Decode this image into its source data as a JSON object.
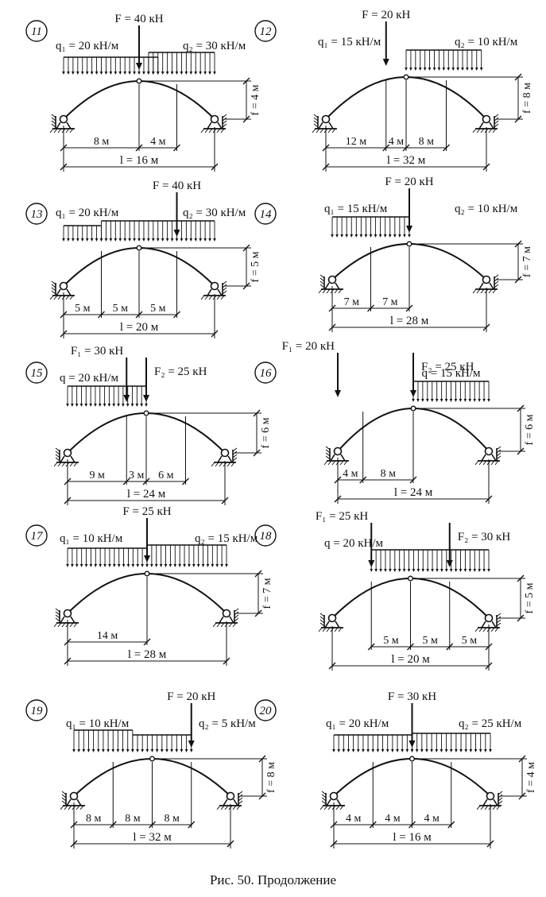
{
  "caption": "Рис. 50. Продолжение",
  "panels": [
    {
      "number": "11",
      "labels": {
        "F": "F = 40 кН",
        "q1": "q₁ = 20 кН/м",
        "q2": "q₂ = 30 кН/м",
        "f": "f = 4 м",
        "span": "l = 16 м",
        "dims": [
          "8 м",
          "4 м"
        ]
      }
    },
    {
      "number": "12",
      "labels": {
        "F": "F = 20 кН",
        "q1": "q₁ = 15 кН/м",
        "q2": "q₂ = 10 кН/м",
        "f": "f = 8 м",
        "span": "l = 32 м",
        "dims": [
          "12 м",
          "4 м",
          "8 м"
        ]
      }
    },
    {
      "number": "13",
      "labels": {
        "F": "F = 40 кН",
        "q1": "q₁ = 20 кН/м",
        "q2": "q₂ = 30 кН/м",
        "f": "f = 5 м",
        "span": "l = 20 м",
        "dims": [
          "5 м",
          "5 м",
          "5 м"
        ]
      }
    },
    {
      "number": "14",
      "labels": {
        "F": "F = 20 кН",
        "q1": "q₁ = 15 кН/м",
        "q2": "q₂ = 10 кН/м",
        "f": "f = 7 м",
        "span": "l = 28 м",
        "dims": [
          "7 м",
          "7 м"
        ]
      }
    },
    {
      "number": "15",
      "labels": {
        "F1": "F₁ = 30 кН",
        "F2": "F₂ = 25 кН",
        "q": "q = 20 кН/м",
        "f": "f = 6 м",
        "span": "l = 24 м",
        "dims": [
          "9 м",
          "3 м",
          "6 м"
        ]
      }
    },
    {
      "number": "16",
      "labels": {
        "F1": "F₁ = 20 кН",
        "F2": "F₂ = 25 кН",
        "q": "q = 15 кН/м",
        "f": "f = 6 м",
        "span": "l = 24 м",
        "dims": [
          "4 м",
          "8 м"
        ]
      }
    },
    {
      "number": "17",
      "labels": {
        "F": "F = 25 кН",
        "q1": "q₁ = 10 кН/м",
        "q2": "q₂ = 15 кН/м",
        "f": "f = 7 м",
        "span": "l = 28 м",
        "dims": [
          "14 м"
        ]
      }
    },
    {
      "number": "18",
      "labels": {
        "F1": "F₁ = 25 кН",
        "F2": "F₂ = 30 кН",
        "q": "q = 20 кН/м",
        "f": "f = 5 м",
        "span": "l = 20 м",
        "dims": [
          "5 м",
          "5 м",
          "5 м"
        ]
      }
    },
    {
      "number": "19",
      "labels": {
        "F": "F = 20 кН",
        "q1": "q₁ = 10 кН/м",
        "q2": "q₂ = 5 кН/м",
        "f": "f = 8 м",
        "span": "l = 32 м",
        "dims": [
          "8 м",
          "8 м",
          "8 м"
        ]
      }
    },
    {
      "number": "20",
      "labels": {
        "F": "F = 30 кН",
        "q1": "q₁ = 20 кН/м",
        "q2": "q₂ = 25 кН/м",
        "f": "f = 4 м",
        "span": "l = 16 м",
        "dims": [
          "4 м",
          "4 м",
          "4 м"
        ]
      }
    }
  ]
}
